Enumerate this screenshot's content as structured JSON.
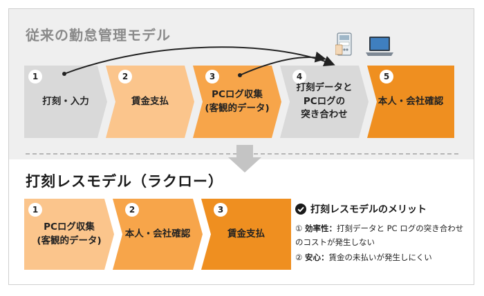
{
  "traditional": {
    "title": "従来の勤怠管理モデル",
    "steps": [
      {
        "num": "1",
        "label": "打刻・入力"
      },
      {
        "num": "2",
        "label": "賃金支払"
      },
      {
        "num": "3",
        "label": "PCログ収集\n(客観的データ)"
      },
      {
        "num": "4",
        "label": "打刻データと\nPCログの\n突き合わせ"
      },
      {
        "num": "5",
        "label": "本人・会社確認"
      }
    ],
    "devices": [
      "timecard-terminal-icon",
      "laptop-icon"
    ]
  },
  "stampless": {
    "title": "打刻レスモデル（ラクロー）",
    "steps": [
      {
        "num": "1",
        "label": "PCログ収集\n(客観的データ)"
      },
      {
        "num": "2",
        "label": "本人・会社確認"
      },
      {
        "num": "3",
        "label": "賃金支払"
      }
    ]
  },
  "merits": {
    "heading": "打刻レスモデルのメリット",
    "items": [
      {
        "marker": "①",
        "title": "効率性：",
        "text": "打刻データと PC ログの突き合わせのコストが発生しない"
      },
      {
        "marker": "②",
        "title": "安心：",
        "text": "賃金の未払いが発生しにくい"
      }
    ]
  },
  "colors": {
    "gray_step": "#d9d9d9",
    "light_orange": "#fbc58c",
    "mid_orange": "#f7a54a",
    "deep_orange": "#ef8f20",
    "band": "#efefef"
  }
}
